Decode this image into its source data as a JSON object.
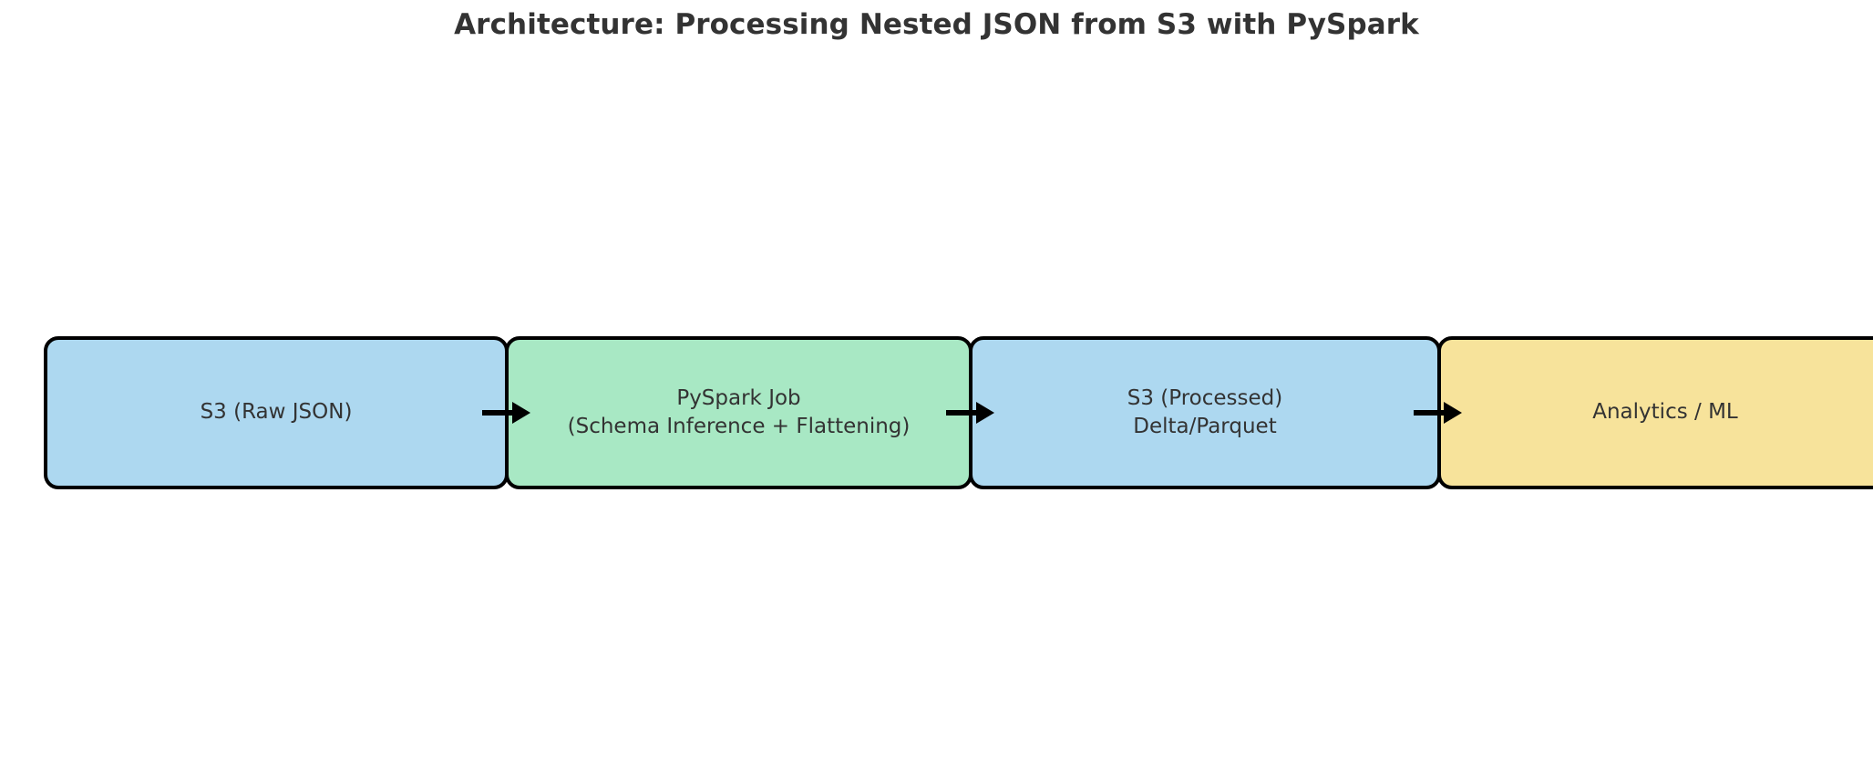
{
  "figure": {
    "title": "Architecture: Processing Nested JSON from S3 with PySpark",
    "background_color": "#ffffff",
    "title_color": "#333333",
    "text_color": "#333333",
    "edge_color": "#000000"
  },
  "chart_data": {
    "type": "diagram",
    "title": "Architecture: Processing Nested JSON from S3 with PySpark",
    "layout": "left-to-right pipeline",
    "nodes": [
      {
        "id": "s3-raw-json",
        "label": "S3 (Raw JSON)",
        "fill": "#ADD8F0",
        "border": "#000000",
        "order": 1
      },
      {
        "id": "pyspark-job",
        "label": "PySpark Job\n(Schema Inference + Flattening)",
        "fill": "#A8E8C4",
        "border": "#000000",
        "order": 2
      },
      {
        "id": "s3-processed",
        "label": "S3 (Processed)\nDelta/Parquet",
        "fill": "#ADD8F0",
        "border": "#000000",
        "order": 3
      },
      {
        "id": "analytics-ml",
        "label": "Analytics / ML",
        "fill": "#F7E39B",
        "border": "#000000",
        "order": 4
      }
    ],
    "edges": [
      {
        "from": "s3-raw-json",
        "to": "pyspark-job",
        "label": "",
        "style": "solid-arrow"
      },
      {
        "from": "pyspark-job",
        "to": "s3-processed",
        "label": "",
        "style": "solid-arrow"
      },
      {
        "from": "s3-processed",
        "to": "analytics-ml",
        "label": "",
        "style": "solid-arrow"
      }
    ],
    "legend": null,
    "grid": false
  }
}
